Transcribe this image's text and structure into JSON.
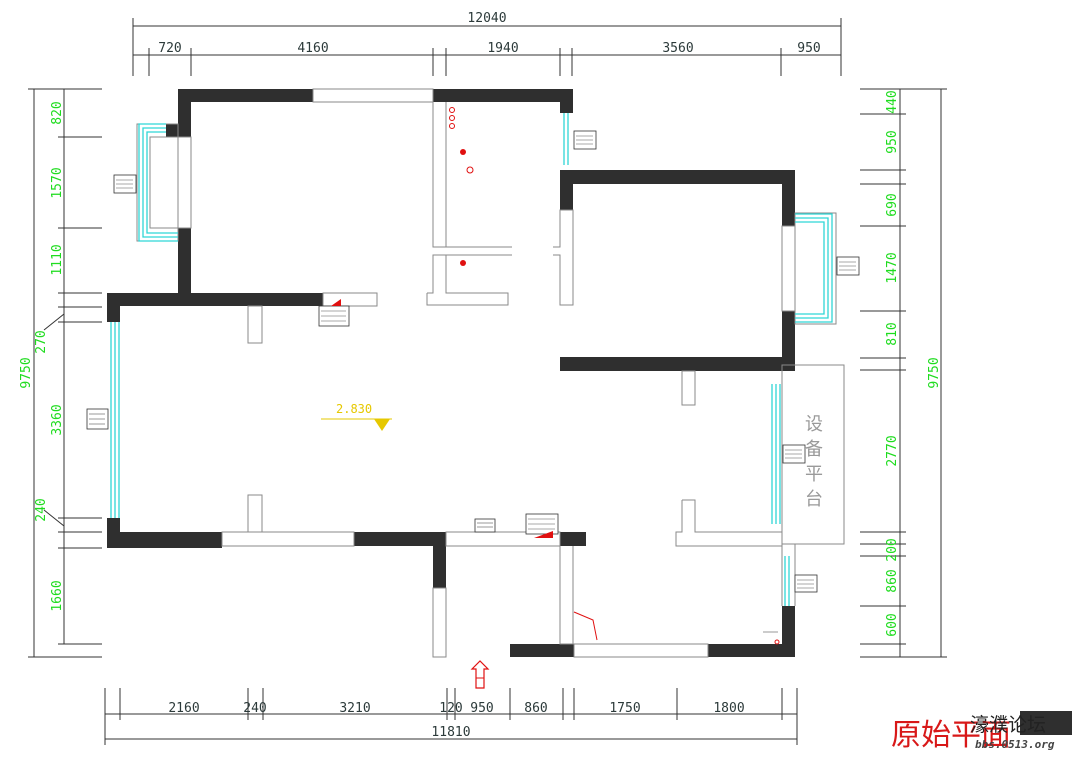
{
  "plan": {
    "top_dims": {
      "total": "12040",
      "segments": [
        "720",
        "4160",
        "1940",
        "3560",
        "950"
      ]
    },
    "bottom_dims": {
      "total": "11810",
      "segments": [
        "2160",
        "240",
        "3210",
        "120",
        "950",
        "860",
        "1750",
        "1800"
      ]
    },
    "left_dims": {
      "total": "9750",
      "segments": [
        "820",
        "1570",
        "1110",
        "270",
        "3360",
        "240",
        "1660"
      ]
    },
    "right_dims": {
      "total": "9750",
      "segments": [
        "440",
        "950",
        "690",
        "1470",
        "810",
        "2770",
        "200",
        "860",
        "600"
      ]
    },
    "elevation": "2.830",
    "platform_label": [
      "设",
      "备",
      "平",
      "台"
    ],
    "watermark": {
      "title": "原始平面",
      "logo": "濠濮论坛",
      "url": "bbs.0513.org"
    },
    "colors": {
      "wall": "#2f2f2f",
      "dimension_green": "#1edc1e",
      "window": "#2fd6d6",
      "marker_red": "#e01010",
      "elevation_yellow": "#e6c800"
    }
  }
}
